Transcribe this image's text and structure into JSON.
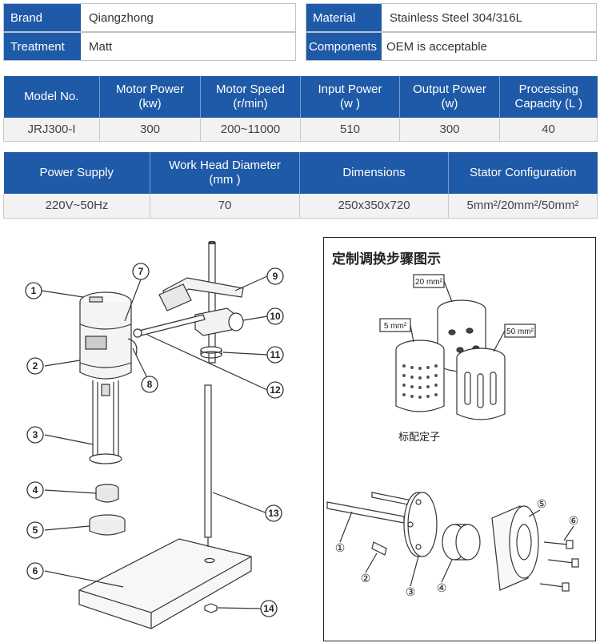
{
  "specs": [
    {
      "key": "Brand",
      "value": "Qiangzhong"
    },
    {
      "key": "Material",
      "value": "Stainless Steel 304/316L"
    },
    {
      "key": "Treatment",
      "value": "Matt"
    },
    {
      "key": "Components",
      "value": "OEM is acceptable"
    }
  ],
  "table1": {
    "headers": [
      {
        "line1": "Model No.",
        "line2": ""
      },
      {
        "line1": "Motor Power",
        "line2": "(kw)"
      },
      {
        "line1": "Motor Speed",
        "line2": "(r/min)"
      },
      {
        "line1": "Input Power",
        "line2": "(w )"
      },
      {
        "line1": "Output Power",
        "line2": "(w)"
      },
      {
        "line1": "Processing",
        "line2": "Capacity (L )"
      }
    ],
    "row": [
      "JRJ300-I",
      "300",
      "200~11000",
      "510",
      "300",
      "40"
    ]
  },
  "table2": {
    "headers": [
      {
        "line1": "Power Supply",
        "line2": ""
      },
      {
        "line1": "Work Head Diameter",
        "line2": "(mm )"
      },
      {
        "line1": "Dimensions",
        "line2": ""
      },
      {
        "line1": "Stator Configuration",
        "line2": ""
      }
    ],
    "row": [
      "220V~50Hz",
      "70",
      "250x350x720",
      "5mm²/20mm²/50mm²"
    ]
  },
  "exploded_numbers": [
    "1",
    "2",
    "3",
    "4",
    "5",
    "6",
    "7",
    "8",
    "9",
    "10",
    "11",
    "12",
    "13",
    "14"
  ],
  "right_panel": {
    "title": "定制调换步骤图示",
    "stators": [
      "20 mm²",
      "5 mm²",
      "50 mm²"
    ],
    "caption": "标配定子",
    "assembly_numbers": [
      "①",
      "②",
      "③",
      "④",
      "⑤",
      "⑥"
    ]
  }
}
